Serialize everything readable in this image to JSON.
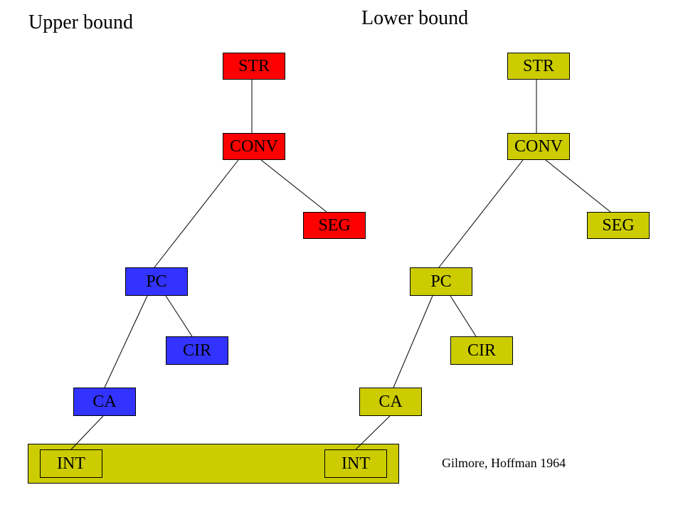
{
  "titles": {
    "upper": "Upper bound",
    "lower": "Lower bound"
  },
  "colors": {
    "red": "#ff0000",
    "blue": "#3333ff",
    "olive": "#cccc00",
    "line": "#000000"
  },
  "upper_tree": {
    "str": "STR",
    "conv": "CONV",
    "seg": "SEG",
    "pc": "PC",
    "cir": "CIR",
    "ca": "CA",
    "int": "INT"
  },
  "lower_tree": {
    "str": "STR",
    "conv": "CONV",
    "seg": "SEG",
    "pc": "PC",
    "cir": "CIR",
    "ca": "CA",
    "int": "INT"
  },
  "node_colors": {
    "u_str": "red",
    "u_conv": "red",
    "u_seg": "red",
    "u_pc": "blue",
    "u_cir": "blue",
    "u_ca": "blue",
    "u_int": "olive",
    "l_str": "olive",
    "l_conv": "olive",
    "l_seg": "olive",
    "l_pc": "olive",
    "l_cir": "olive",
    "l_ca": "olive",
    "l_int": "olive",
    "int_band": "olive"
  },
  "citation": "Gilmore, Hoffman 1964"
}
